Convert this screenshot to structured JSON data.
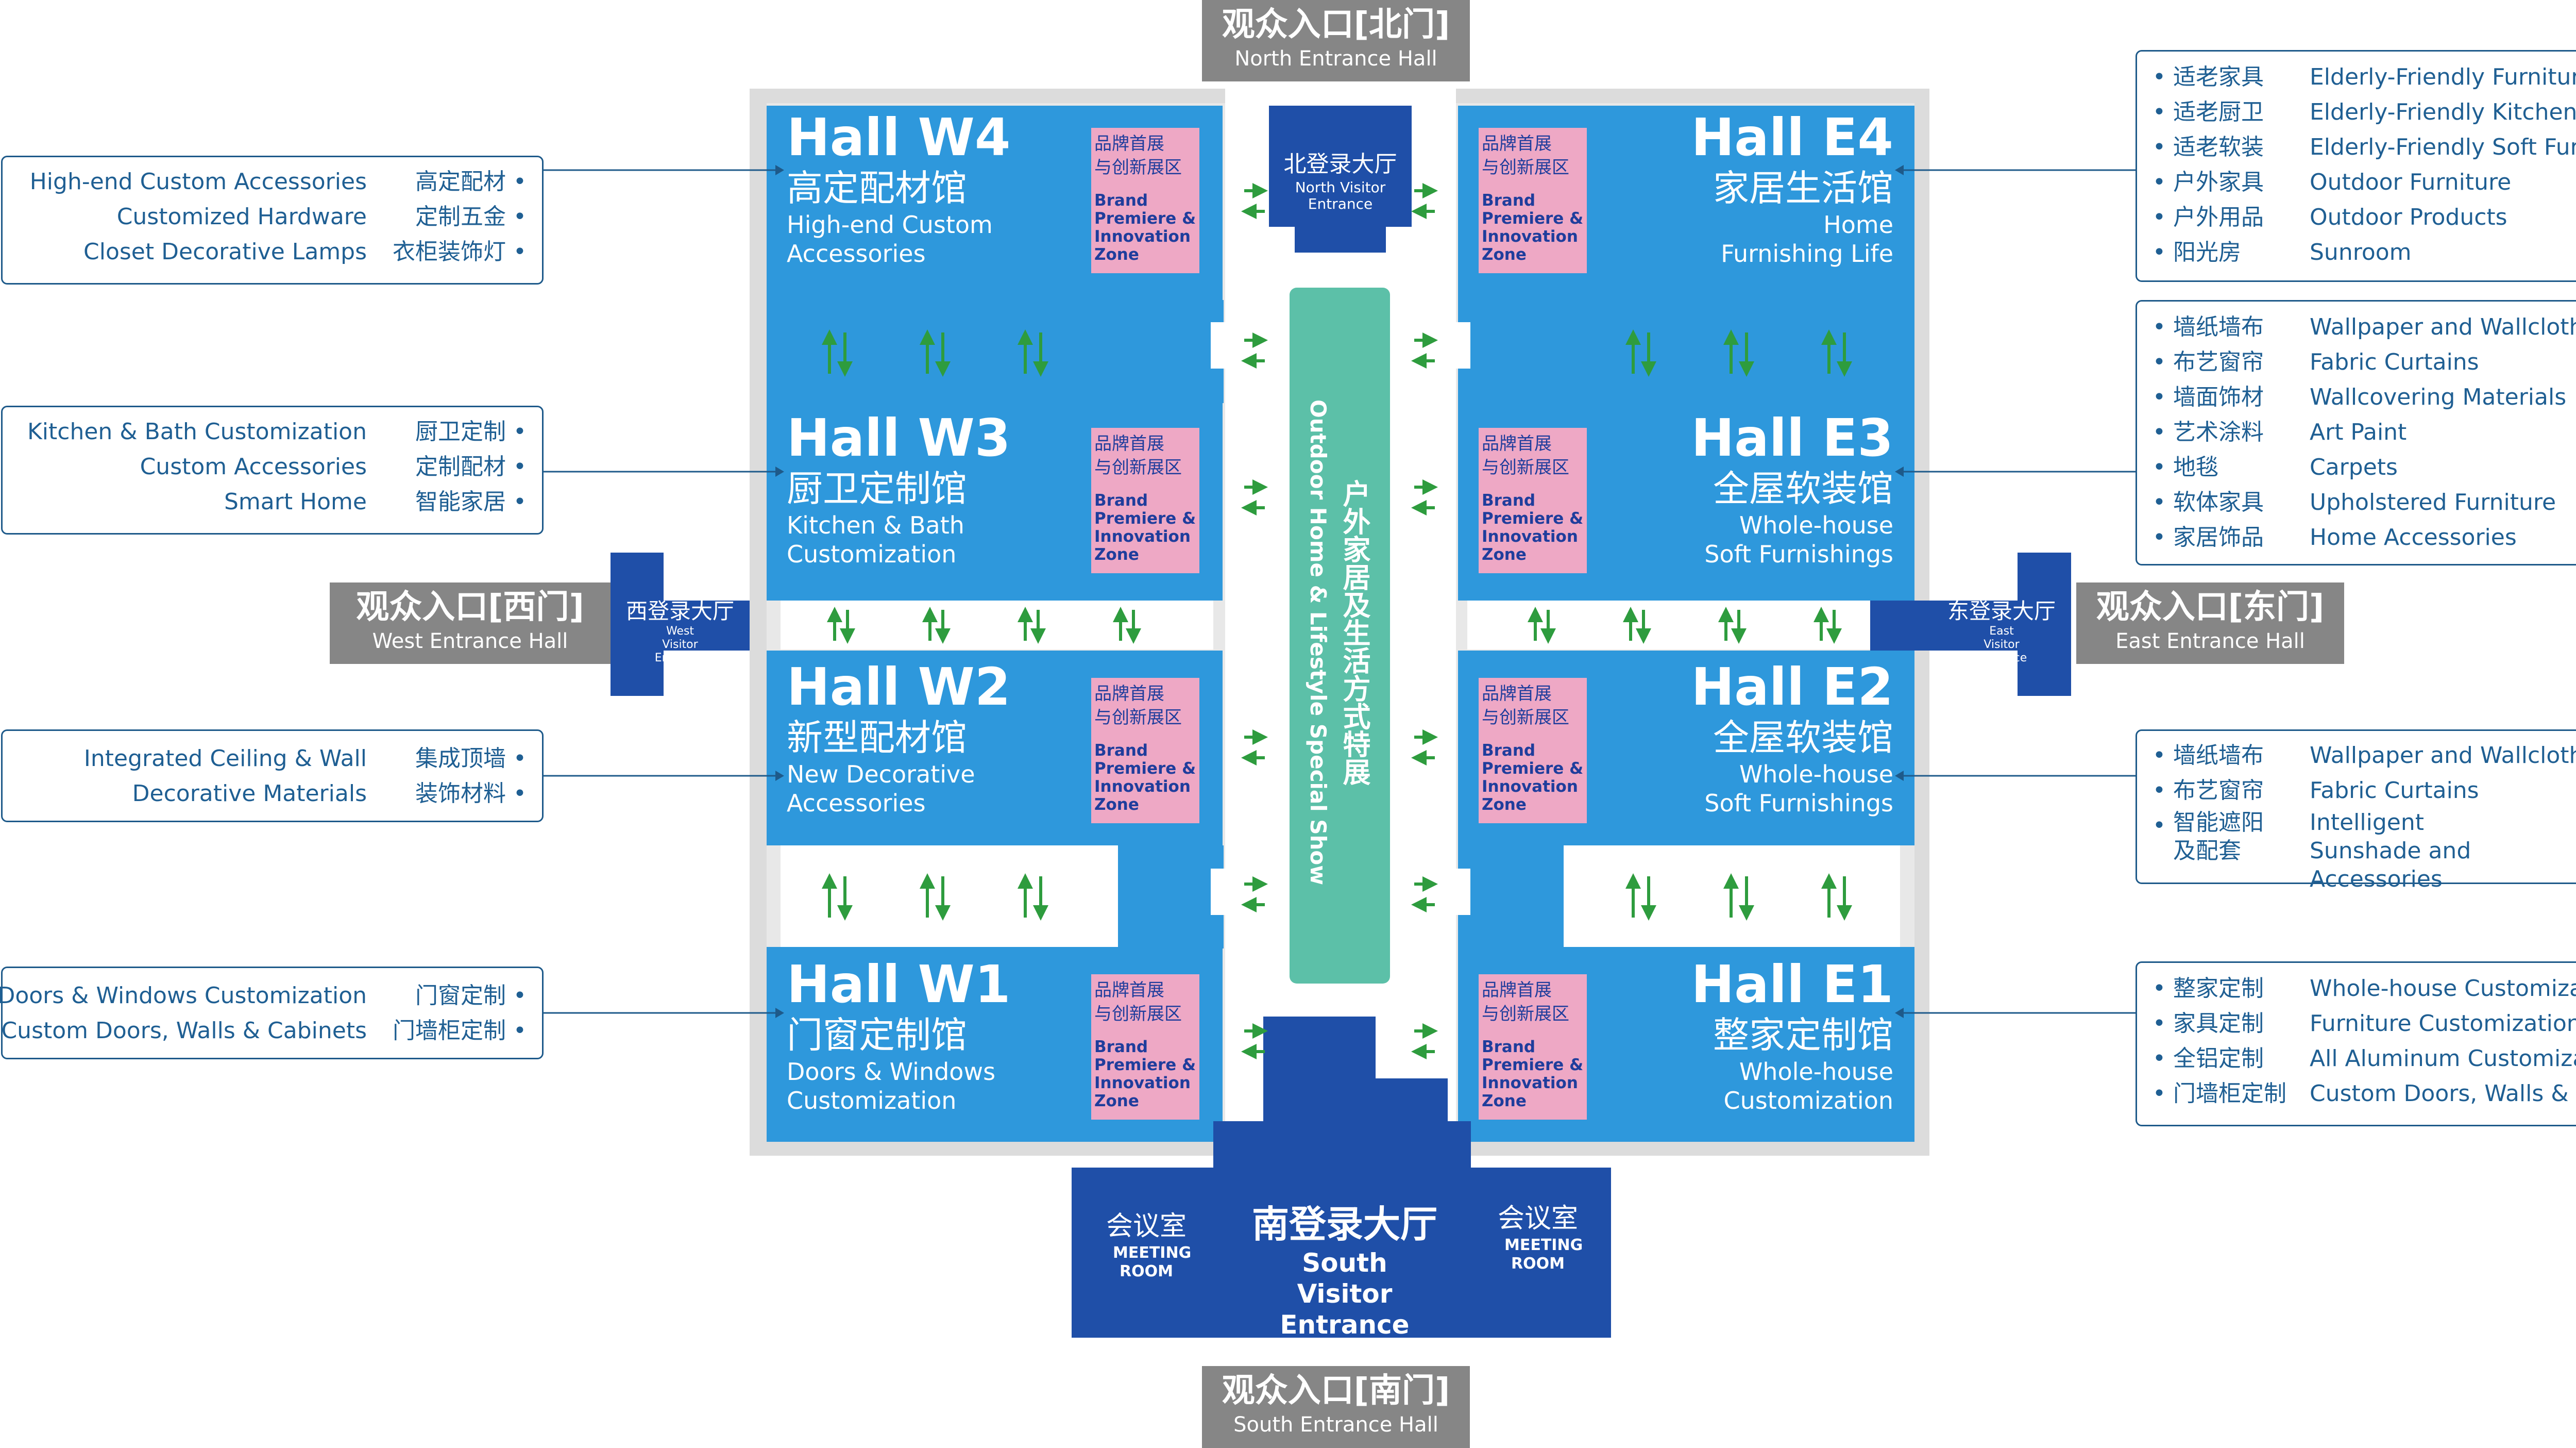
{
  "colors": {
    "hall": "#2e98dc",
    "lobby": "#1f4fa8",
    "special": "#5cc0a8",
    "zone": "#eea8c5",
    "frame": "#dcdcdc",
    "entrance": "#868686",
    "arrow": "#2e9c3e",
    "text_dark": "#1f5f93"
  },
  "entrances": {
    "north": {
      "cn": "观众入口[北门]",
      "en": "North Entrance Hall"
    },
    "west": {
      "cn": "观众入口[西门]",
      "en": "West Entrance Hall"
    },
    "east": {
      "cn": "观众入口[东门]",
      "en": "East Entrance Hall"
    },
    "south": {
      "cn": "观众入口[南门]",
      "en": "South Entrance Hall"
    }
  },
  "lobbies": {
    "north": {
      "cn": "北登录大厅",
      "en": "North Visitor Entrance"
    },
    "west": {
      "cn": "西登录大厅",
      "en": "West Visitor Entrance"
    },
    "east": {
      "cn": "东登录大厅",
      "en": "East Visitor Entrance"
    },
    "south": {
      "cn": "南登录大厅",
      "en": "South Visitor Entrance"
    }
  },
  "meeting_rooms": [
    {
      "cn": "会议室",
      "en": "MEETING ROOM"
    },
    {
      "cn": "会议室",
      "en": "MEETING ROOM"
    }
  ],
  "special_show": {
    "cn": "户外家居及生活方式特展",
    "en": "Outdoor Home & Lifestyle Special Show"
  },
  "zone": {
    "cn1": "品牌首展",
    "cn2": "与创新展区",
    "en": "Brand Premiere & Innovation Zone"
  },
  "halls": {
    "w4": {
      "title": "Hall W4",
      "cn": "高定配材馆",
      "en1": "High-end Custom",
      "en2": "Accessories"
    },
    "w3": {
      "title": "Hall W3",
      "cn": "厨卫定制馆",
      "en1": "Kitchen & Bath",
      "en2": "Customization"
    },
    "w2": {
      "title": "Hall W2",
      "cn": "新型配材馆",
      "en1": "New Decorative",
      "en2": "Accessories"
    },
    "w1": {
      "title": "Hall W1",
      "cn": "门窗定制馆",
      "en1": "Doors & Windows",
      "en2": "Customization"
    },
    "e4": {
      "title": "Hall E4",
      "cn": "家居生活馆",
      "en1": "Home",
      "en2": "Furnishing Life"
    },
    "e3": {
      "title": "Hall E3",
      "cn": "全屋软装馆",
      "en1": "Whole-house",
      "en2": "Soft Furnishings"
    },
    "e2": {
      "title": "Hall E2",
      "cn": "全屋软装馆",
      "en1": "Whole-house",
      "en2": "Soft Furnishings"
    },
    "e1": {
      "title": "Hall E1",
      "cn": "整家定制馆",
      "en1": "Whole-house",
      "en2": "Customization"
    }
  },
  "legend": {
    "w4": [
      {
        "en": "High-end Custom Accessories",
        "cn": "高定配材"
      },
      {
        "en": "Customized Hardware",
        "cn": "定制五金"
      },
      {
        "en": "Closet Decorative Lamps",
        "cn": "衣柜装饰灯"
      }
    ],
    "w3": [
      {
        "en": "Kitchen & Bath Customization",
        "cn": "厨卫定制"
      },
      {
        "en": "Custom Accessories",
        "cn": "定制配材"
      },
      {
        "en": "Smart Home",
        "cn": "智能家居"
      }
    ],
    "w2": [
      {
        "en": "Integrated Ceiling & Wall",
        "cn": "集成顶墙"
      },
      {
        "en": "Decorative Materials",
        "cn": "装饰材料"
      }
    ],
    "w1": [
      {
        "en": "Doors & Windows Customization",
        "cn": "门窗定制"
      },
      {
        "en": "Custom Doors, Walls & Cabinets",
        "cn": "门墙柜定制"
      }
    ],
    "e4": [
      {
        "cn": "适老家具",
        "en": "Elderly-Friendly Furniture"
      },
      {
        "cn": "适老厨卫",
        "en": "Elderly-Friendly Kitchen & Bath"
      },
      {
        "cn": "适老软装",
        "en": "Elderly-Friendly Soft Furnishings"
      },
      {
        "cn": "户外家具",
        "en": "Outdoor Furniture"
      },
      {
        "cn": "户外用品",
        "en": "Outdoor Products"
      },
      {
        "cn": "阳光房",
        "en": "Sunroom"
      }
    ],
    "e3": [
      {
        "cn": "墙纸墙布",
        "en": "Wallpaper and Wallcloth"
      },
      {
        "cn": "布艺窗帘",
        "en": "Fabric Curtains"
      },
      {
        "cn": "墙面饰材",
        "en": "Wallcovering Materials"
      },
      {
        "cn": "艺术涂料",
        "en": "Art Paint"
      },
      {
        "cn": "地毯",
        "en": "Carpets"
      },
      {
        "cn": "软体家具",
        "en": "Upholstered Furniture"
      },
      {
        "cn": "家居饰品",
        "en": "Home Accessories"
      }
    ],
    "e2": [
      {
        "cn": "墙纸墙布",
        "en": "Wallpaper and Wallcloth"
      },
      {
        "cn": "布艺窗帘",
        "en": "Fabric Curtains"
      },
      {
        "cn": "智能遮阳 及配套",
        "en": "Intelligent Sunshade and Accessories"
      }
    ],
    "e1": [
      {
        "cn": "整家定制",
        "en": "Whole-house Customization"
      },
      {
        "cn": "家具定制",
        "en": "Furniture Customization"
      },
      {
        "cn": "全铝定制",
        "en": "All Aluminum Customization"
      },
      {
        "cn": "门墙柜定制",
        "en": "Custom Doors, Walls & Cabinets"
      }
    ]
  }
}
